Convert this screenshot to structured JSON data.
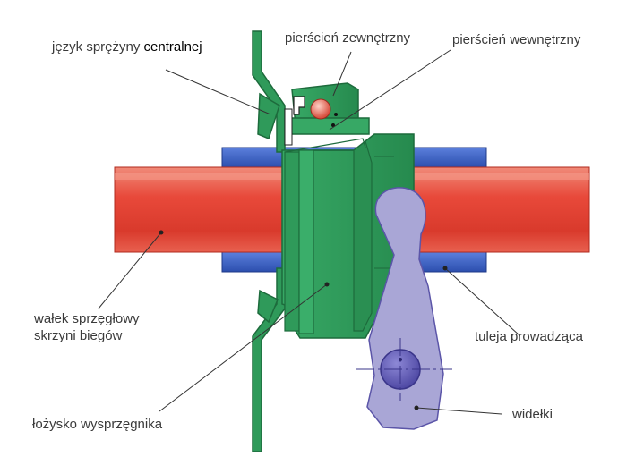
{
  "labels": {
    "spring_tongue_prefix": "język sprężyny",
    "spring_tongue_suffix": "centralnej",
    "outer_ring": "pierścień zewnętrzny",
    "inner_ring": "pierścień wewnętrzny",
    "shaft_line1": "wałek sprzęgłowy",
    "shaft_line2": "skrzyni biegów",
    "guide_sleeve": "tuleja prowadząca",
    "bearing": "łożysko wysprzęgnika",
    "fork": "widełki"
  },
  "colors": {
    "shaft": "#e8493a",
    "shaft_highlight": "#f6a08f",
    "sleeve": "#3f63c8",
    "bearing": "#2f9a5a",
    "bearing_dark": "#1d6b3c",
    "spring": "#2f9a5a",
    "fork": "#a9a6d6",
    "fork_dark": "#5b55a8",
    "ball": "#e0604f",
    "leader": "#333333"
  }
}
